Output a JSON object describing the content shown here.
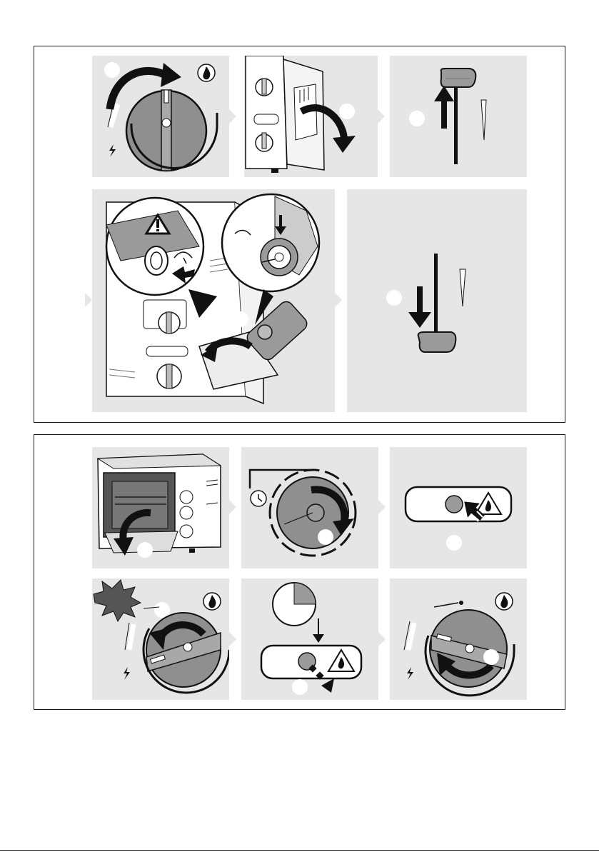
{
  "colors": {
    "panel_bg": "#e6e6e6",
    "knob_dark": "#8a8a8a",
    "knob_mid": "#9a9a9a",
    "outline": "#111111",
    "flash": "#555555"
  },
  "icons": [
    "flame-icon",
    "lightning-icon",
    "warning-icon",
    "eye-icon",
    "timer-icon",
    "ignition-button-icon",
    "rotate-arrow-icon",
    "press-arrow-icon",
    "flash-burst-icon",
    "clock-sector-icon"
  ],
  "section_a": {
    "steps": [
      "turn-knob-clockwise",
      "open-side-door",
      "lever-up",
      "check-gas-cartridge-valve",
      "lever-down"
    ]
  },
  "section_b": {
    "steps": [
      "open-oven-door",
      "turn-timer-knob",
      "press-ignition-button",
      "turn-knob-and-ignite",
      "wait-then-release-button",
      "turn-knob-to-setting"
    ]
  }
}
